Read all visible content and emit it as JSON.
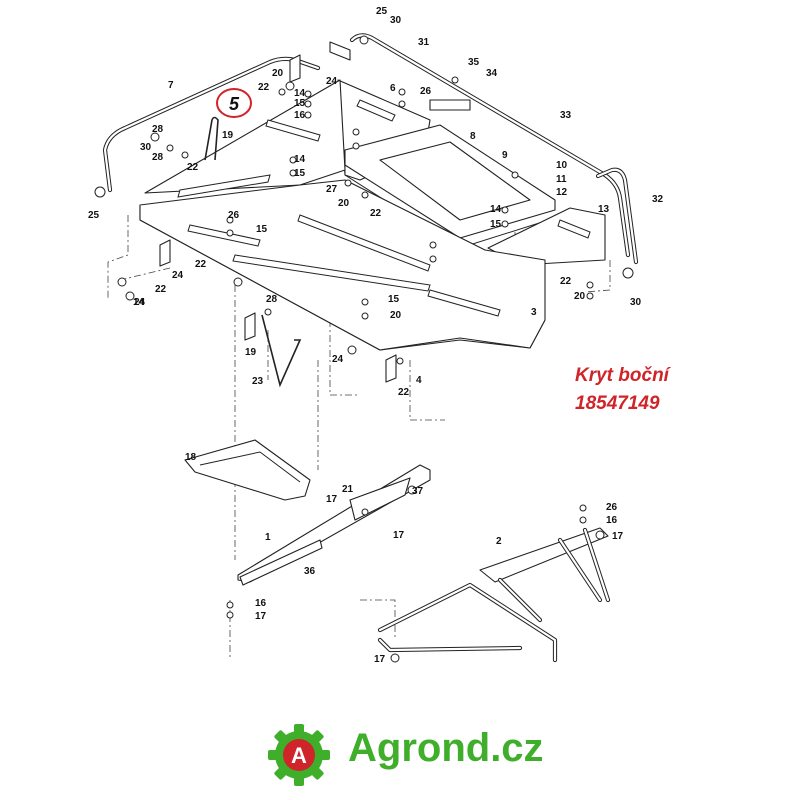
{
  "diagram": {
    "highlighted_part": "5",
    "caption": {
      "line1": "Kryt boční",
      "line2": "18547149"
    },
    "brand": {
      "logo_letter": "A",
      "name": "Agrond.cz",
      "color": "#3fae2a",
      "accent": "#d0242b"
    },
    "callouts": [
      "25",
      "30",
      "31",
      "7",
      "20",
      "24",
      "22",
      "14",
      "15",
      "16",
      "6",
      "26",
      "35",
      "34",
      "33",
      "30",
      "28",
      "19",
      "28",
      "22",
      "25",
      "14",
      "15",
      "8",
      "9",
      "10",
      "11",
      "12",
      "27",
      "20",
      "22",
      "26",
      "15",
      "14",
      "15",
      "13",
      "32",
      "22",
      "24",
      "22",
      "20",
      "30",
      "22",
      "28",
      "14",
      "15",
      "20",
      "24",
      "19",
      "23",
      "24",
      "22",
      "4",
      "3",
      "18",
      "21",
      "17",
      "37",
      "17",
      "1",
      "36",
      "26",
      "16",
      "17",
      "2",
      "16",
      "17",
      "17"
    ]
  }
}
